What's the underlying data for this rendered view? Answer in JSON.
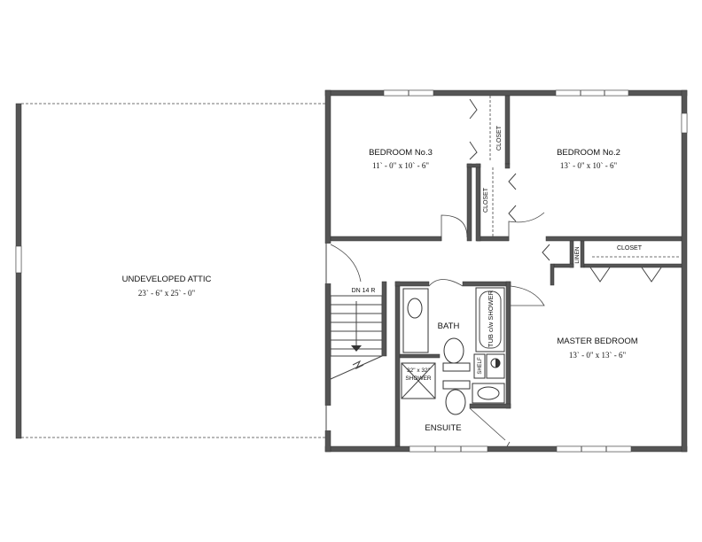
{
  "rooms": {
    "attic": {
      "name": "UNDEVELOPED ATTIC",
      "size": "23` - 6\" x 25` - 0\""
    },
    "bedroom3": {
      "name": "BEDROOM No.3",
      "size": "11` - 0\" x 10` - 6\""
    },
    "bedroom2": {
      "name": "BEDROOM No.2",
      "size": "13` - 0\" x 10` - 6\""
    },
    "master": {
      "name": "MASTER BEDROOM",
      "size": "13` - 0\" x 13` - 6\""
    },
    "bath": {
      "name": "BATH"
    },
    "ensuite": {
      "name": "ENSUITE"
    }
  },
  "labels": {
    "closet": "CLOSET",
    "linen": "LINEN",
    "shelf": "SHELF",
    "tub": "TUB c/w SHOWER",
    "shower_size": "32\" x 32\"",
    "shower": "SHOWER",
    "stair": "DN 14 R"
  },
  "colors": {
    "wall": "#555555",
    "line": "#444444",
    "background": "#ffffff"
  }
}
